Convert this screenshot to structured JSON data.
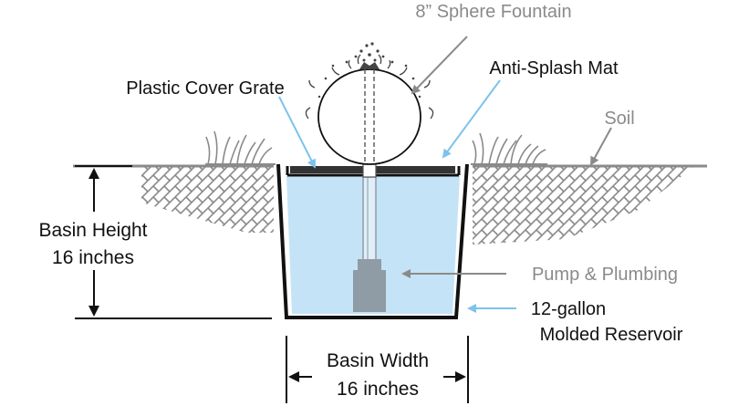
{
  "labels": {
    "fountain": "8” Sphere Fountain",
    "anti_splash_mat": "Anti-Splash Mat",
    "cover_grate": "Plastic Cover Grate",
    "soil": "Soil",
    "basin_height_title": "Basin Height",
    "basin_height_value": "16 inches",
    "pump": "Pump & Plumbing",
    "reservoir_line1": "12-gallon",
    "reservoir_line2": "Molded Reservoir",
    "basin_width_title": "Basin Width",
    "basin_width_value": "16 inches"
  },
  "colors": {
    "water": "#c5e3f7",
    "outline": "#111111",
    "gray_text": "#8a8a8a",
    "leader_blue": "#7dc3ea",
    "pump": "#8f9ba5",
    "soil_pattern": "#8a8a8a",
    "mat": "#333333"
  }
}
